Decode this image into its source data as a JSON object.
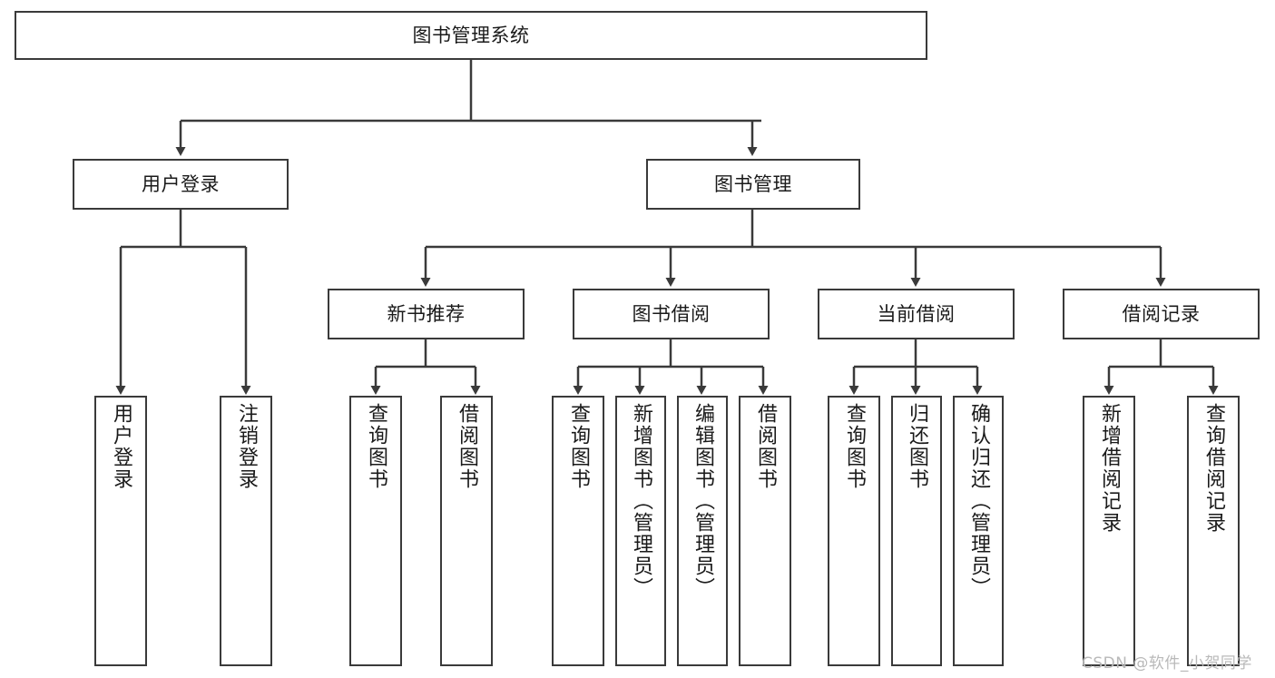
{
  "diagram": {
    "type": "hierarchy-tree",
    "title": "图书管理系统",
    "root": {
      "id": "root",
      "label": "图书管理系统"
    },
    "level2": [
      {
        "id": "user-login",
        "label": "用户登录"
      },
      {
        "id": "book-management",
        "label": "图书管理"
      }
    ],
    "level3": [
      {
        "id": "new-book-recommend",
        "label": "新书推荐",
        "parent": "book-management"
      },
      {
        "id": "book-borrow",
        "label": "图书借阅",
        "parent": "book-management"
      },
      {
        "id": "current-borrow",
        "label": "当前借阅",
        "parent": "book-management"
      },
      {
        "id": "borrow-record",
        "label": "借阅记录",
        "parent": "book-management"
      }
    ],
    "leaves": [
      {
        "id": "leaf-user-login",
        "label": "用户登录",
        "parent": "user-login"
      },
      {
        "id": "leaf-logout-login",
        "label": "注销登录",
        "parent": "user-login"
      },
      {
        "id": "leaf-query-book-1",
        "label": "查询图书",
        "parent": "new-book-recommend"
      },
      {
        "id": "leaf-borrow-book-1",
        "label": "借阅图书",
        "parent": "new-book-recommend"
      },
      {
        "id": "leaf-query-book-2",
        "label": "查询图书",
        "parent": "book-borrow"
      },
      {
        "id": "leaf-add-book",
        "label": "新增图书（管理员）",
        "parent": "book-borrow"
      },
      {
        "id": "leaf-edit-book",
        "label": "编辑图书（管理员）",
        "parent": "book-borrow"
      },
      {
        "id": "leaf-borrow-book-2",
        "label": "借阅图书",
        "parent": "book-borrow"
      },
      {
        "id": "leaf-query-book-3",
        "label": "查询图书",
        "parent": "current-borrow"
      },
      {
        "id": "leaf-return-book",
        "label": "归还图书",
        "parent": "current-borrow"
      },
      {
        "id": "leaf-confirm-return",
        "label": "确认归还（管理员）",
        "parent": "current-borrow"
      },
      {
        "id": "leaf-add-borrow-record",
        "label": "新增借阅记录",
        "parent": "borrow-record"
      },
      {
        "id": "leaf-query-borrow-record",
        "label": "查询借阅记录",
        "parent": "borrow-record"
      }
    ],
    "colors": {
      "stroke": "#3a3a3a",
      "fill": "#ffffff",
      "text": "#1a1a1a",
      "watermark": "#b9b9b9"
    }
  },
  "watermark": {
    "text": "CSDN @软件_小贺同学"
  }
}
